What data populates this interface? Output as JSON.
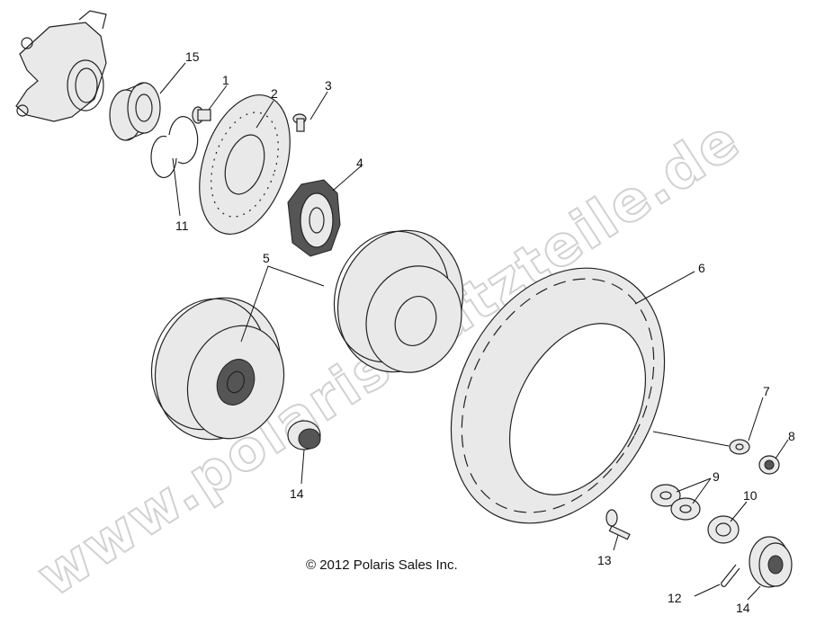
{
  "copyright": "© 2012 Polaris Sales Inc.",
  "watermark": "www.polaris-satzteile.de",
  "callouts": {
    "c1": "1",
    "c2": "2",
    "c3": "3",
    "c4": "4",
    "c5": "5",
    "c6": "6",
    "c7": "7",
    "c8": "8",
    "c9": "9",
    "c10": "10",
    "c11": "11",
    "c12": "12",
    "c13": "13",
    "c14a": "14",
    "c14b": "14",
    "c15": "15"
  }
}
